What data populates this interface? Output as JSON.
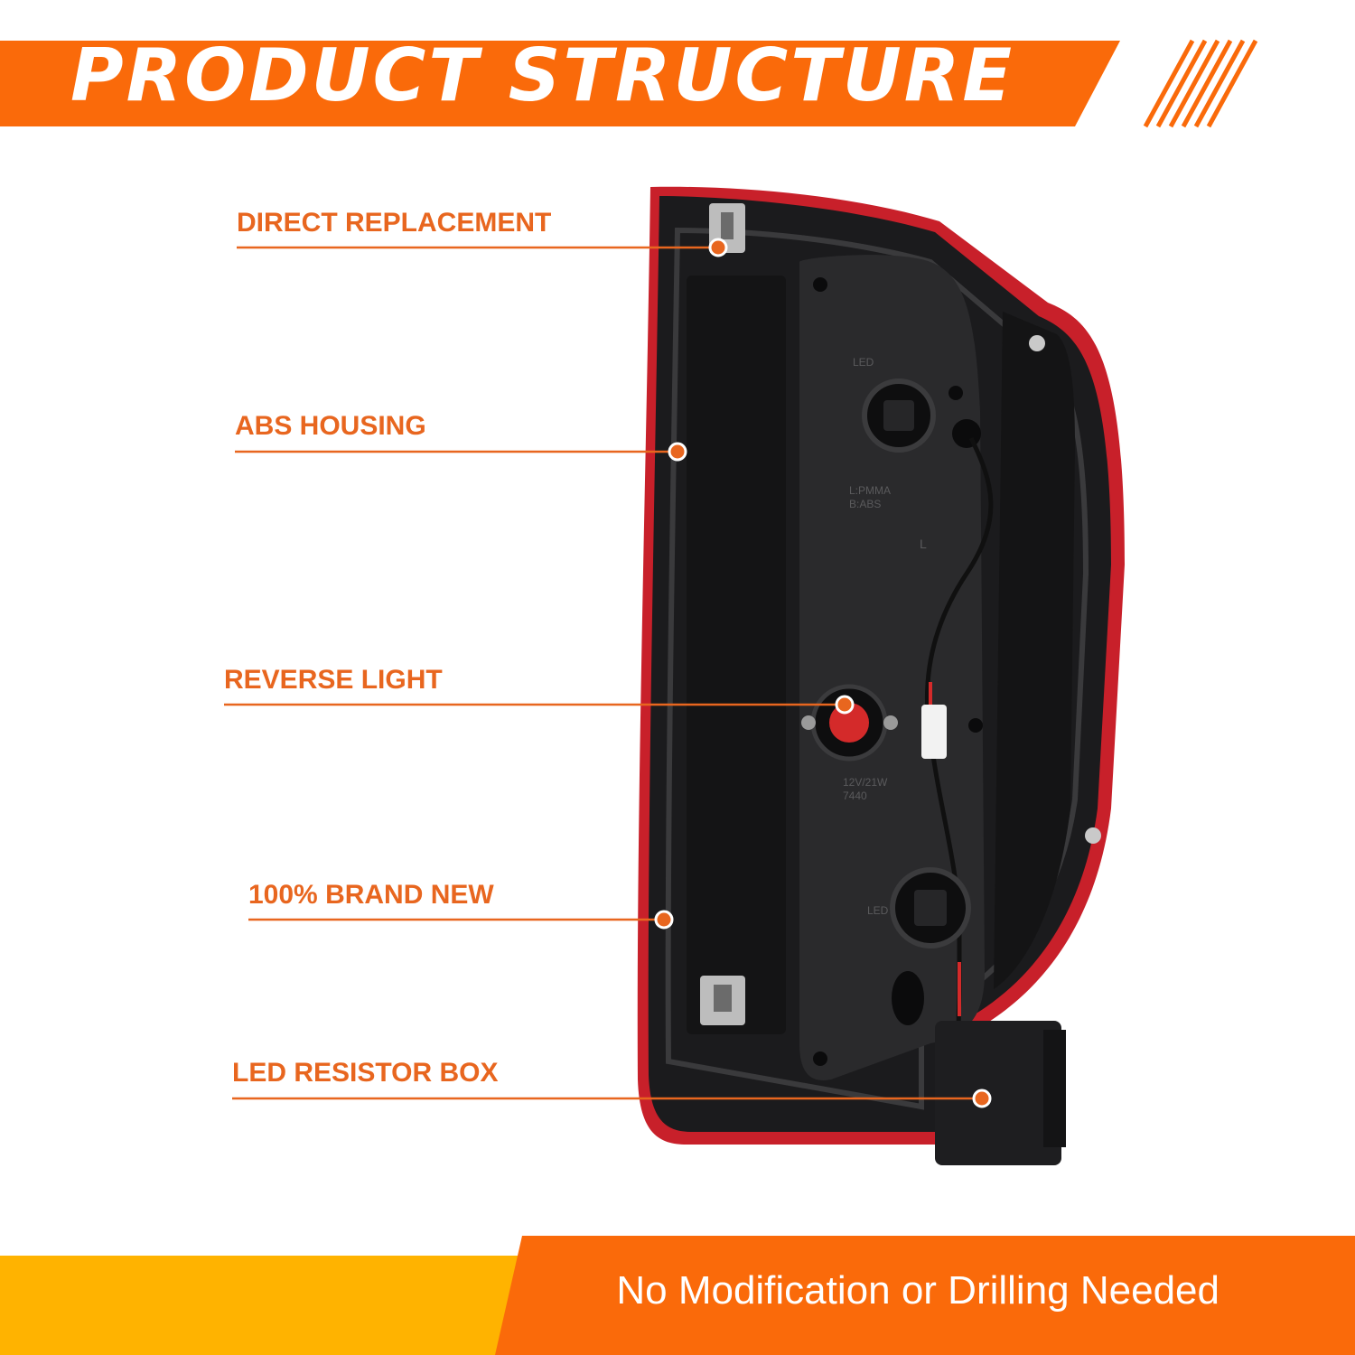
{
  "header": {
    "title": "PRODUCT STRUCTURE",
    "color": "#fa6a0a"
  },
  "callouts": [
    {
      "label": "DIRECT REPLACEMENT"
    },
    {
      "label": "ABS HOUSING"
    },
    {
      "label": "REVERSE LIGHT"
    },
    {
      "label": "100% BRAND NEW"
    },
    {
      "label": "LED RESISTOR BOX"
    }
  ],
  "product": {
    "markings": {
      "led_top": "LED",
      "material_lens": "L:PMMA",
      "material_body": "B:ABS",
      "side": "L",
      "bulb_rating": "12V/21W",
      "bulb_code": "7440",
      "led_bottom": "LED"
    },
    "colors": {
      "housing": "#1b1b1d",
      "lens_edge": "#c8202a",
      "accent": "#e8661f"
    }
  },
  "footer": {
    "tagline": "No Modification or Drilling Needed",
    "colors": {
      "left": "#ffb300",
      "right": "#fa6a0a"
    }
  }
}
